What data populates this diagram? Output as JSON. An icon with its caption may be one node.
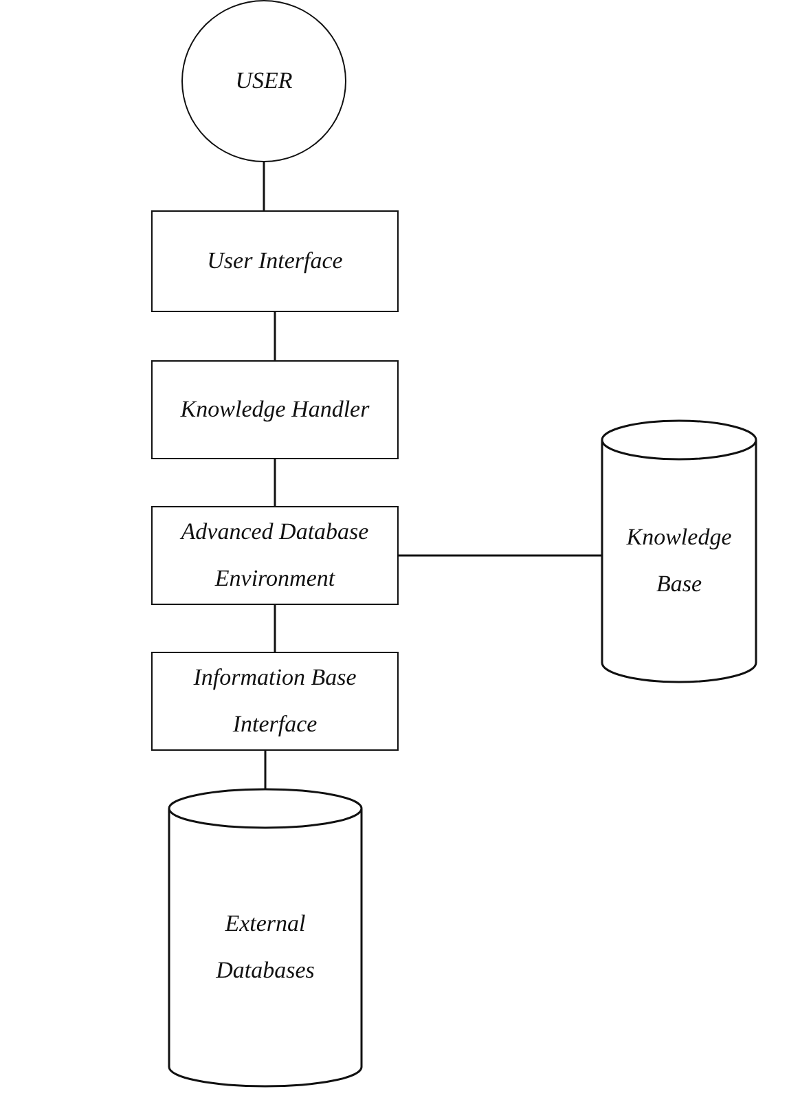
{
  "diagram": {
    "nodes": [
      {
        "text": [
          "USER"
        ]
      },
      {
        "text": [
          "User Interface"
        ]
      },
      {
        "text": [
          "Knowledge Handler"
        ]
      },
      {
        "text": [
          "Advanced Database Environment"
        ]
      },
      {
        "text": [
          "Knowledge Base"
        ]
      },
      {
        "text": [
          "Information Base Interface"
        ]
      },
      {
        "text": [
          "External Databases"
        ]
      }
    ],
    "edges": [
      {
        "from": 0,
        "to": 1,
        "arrow": "none"
      },
      {
        "from": 1,
        "to": 2,
        "arrow": "none"
      },
      {
        "from": 2,
        "to": 3,
        "arrow": "none"
      },
      {
        "from": 3,
        "to": 4,
        "arrow": "none"
      },
      {
        "from": 3,
        "to": 5,
        "arrow": "none"
      },
      {
        "from": 5,
        "to": 6,
        "arrow": "none"
      }
    ]
  }
}
